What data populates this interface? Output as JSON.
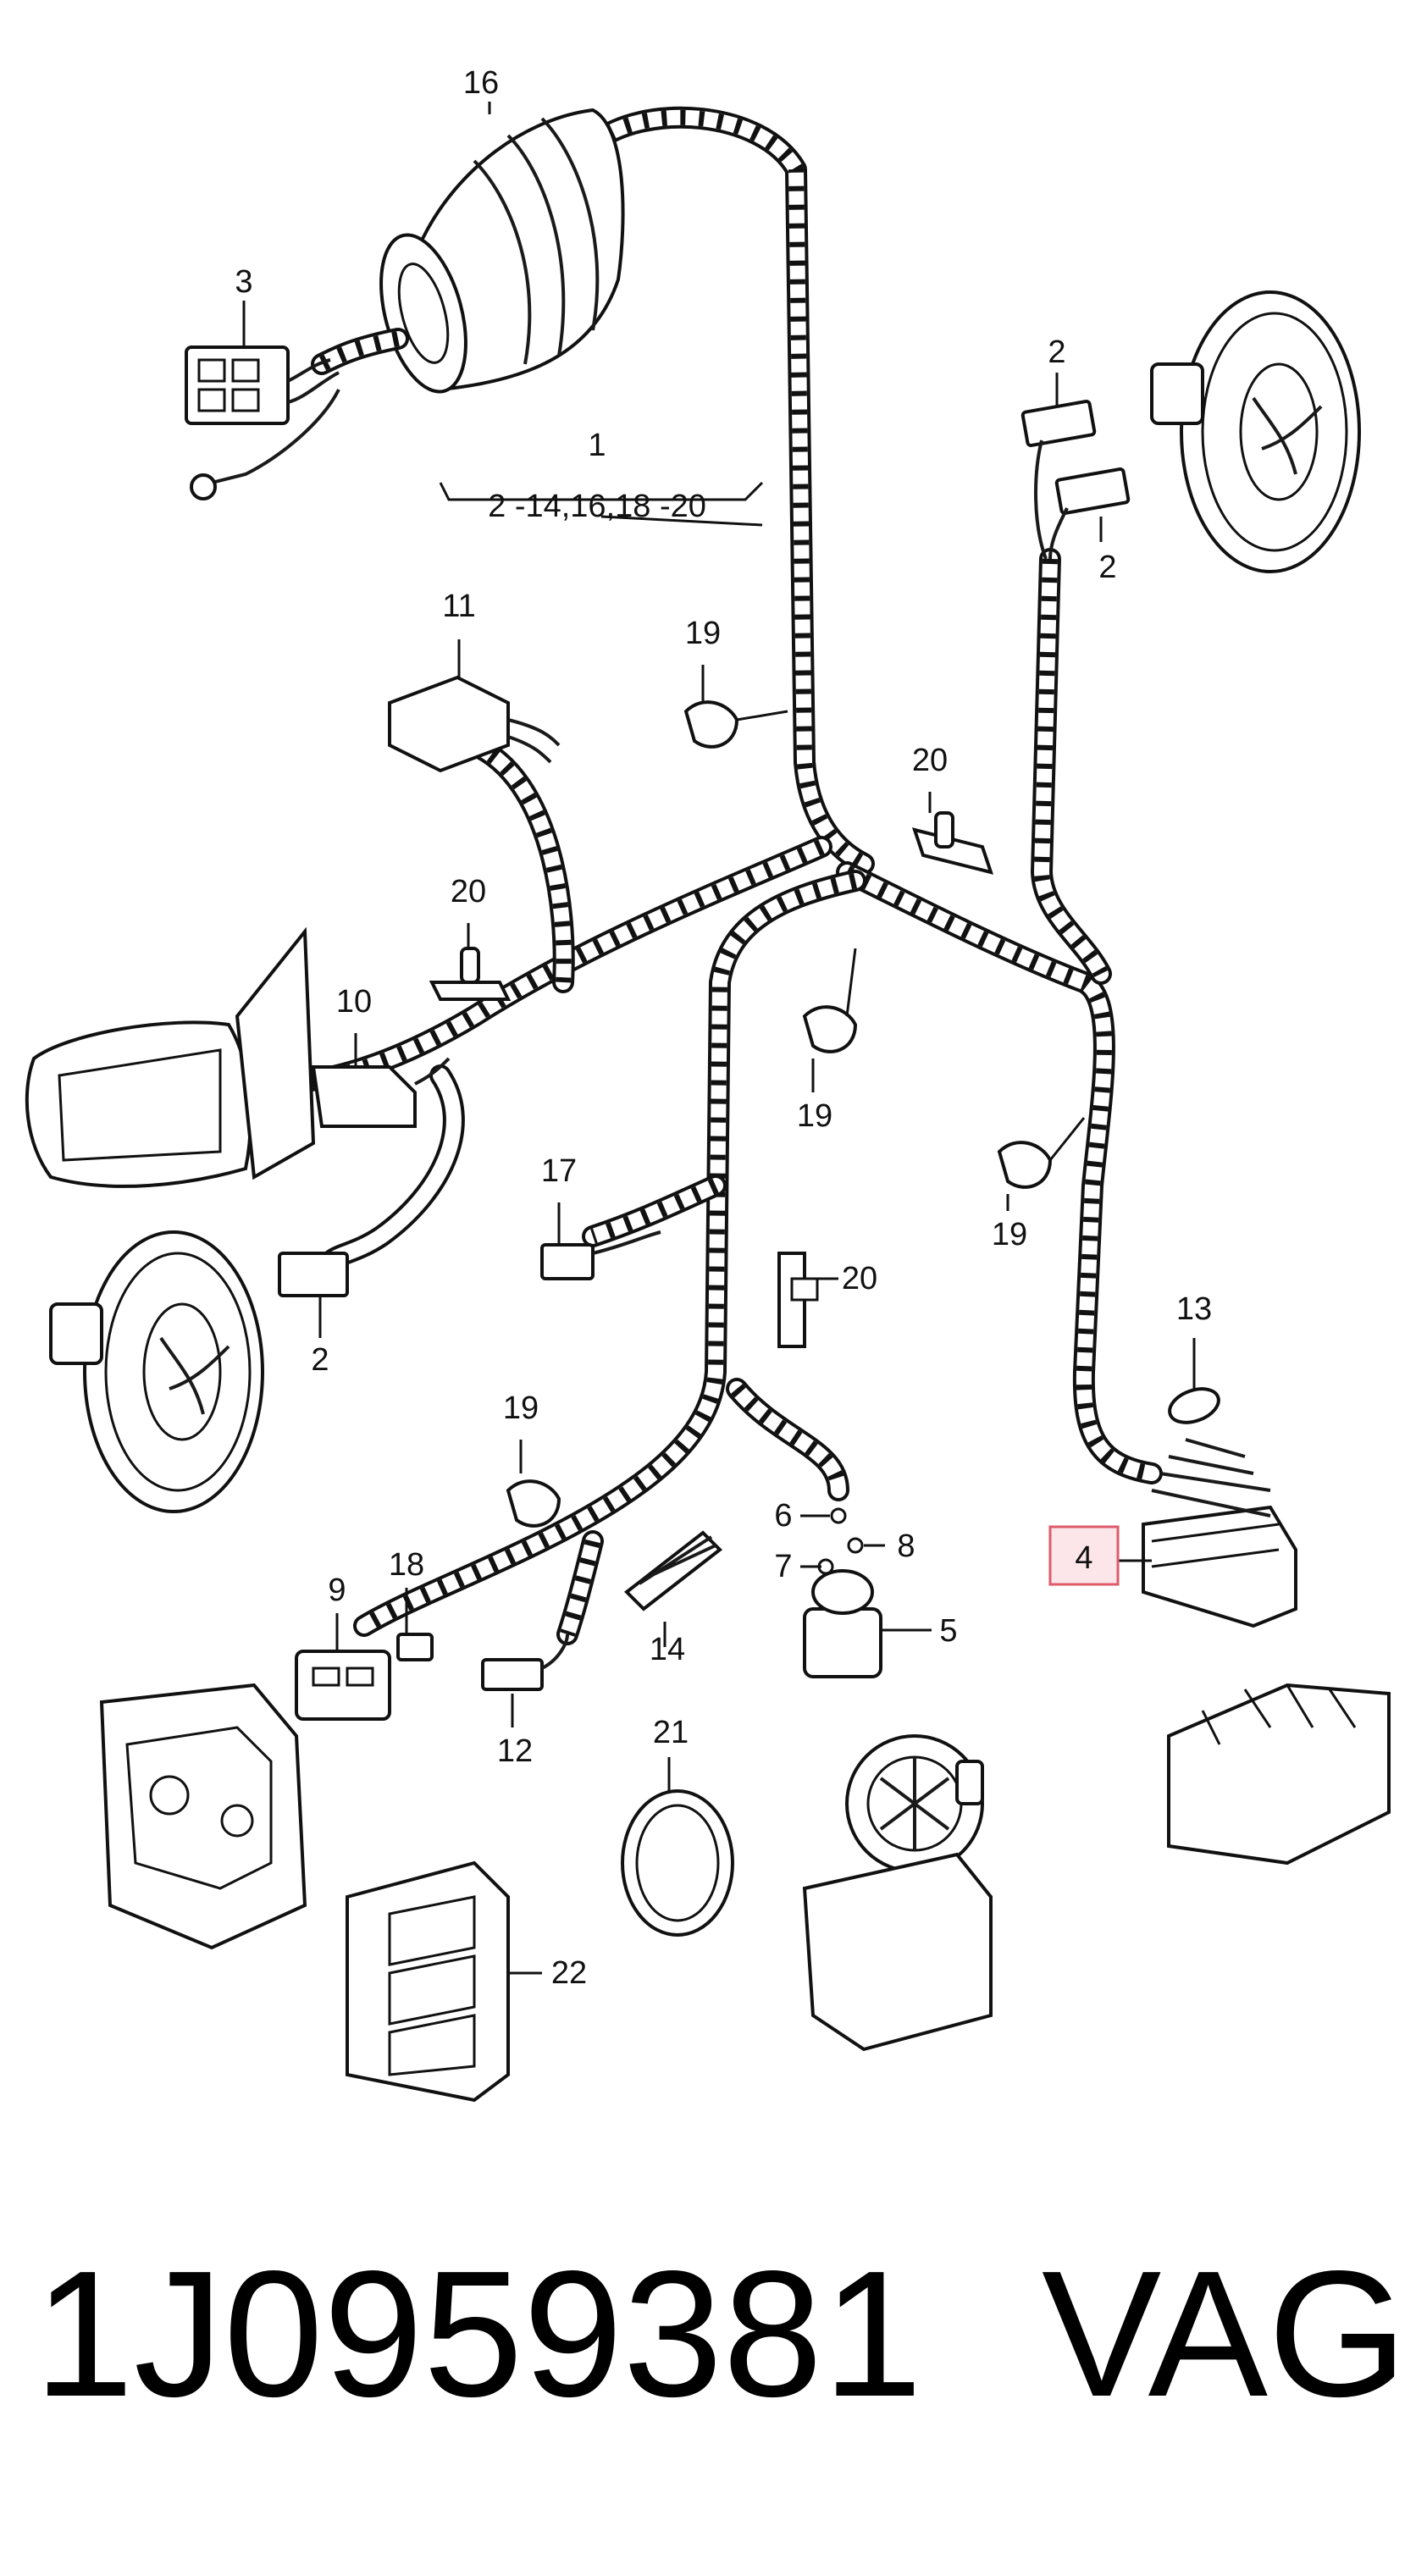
{
  "diagram": {
    "group_label": "1",
    "group_range": "2 -14,16,18 -20",
    "callouts": {
      "c16": "16",
      "c3": "3",
      "c2a": "2",
      "c2b": "2",
      "c11": "11",
      "c19a": "19",
      "c20a": "20",
      "c20b": "20",
      "c10": "10",
      "c19b": "19",
      "c19c": "19",
      "c17": "17",
      "c20c": "20",
      "c2c": "2",
      "c13": "13",
      "c19d": "19",
      "c4": "4",
      "c6": "6",
      "c8": "8",
      "c7": "7",
      "c5": "5",
      "c9": "9",
      "c18": "18",
      "c14": "14",
      "c12": "12",
      "c21": "21",
      "c22": "22"
    },
    "highlight_color": "#e05a6a",
    "highlight_fill": "#fde6e9"
  },
  "footer": {
    "part_number": "1J0959381",
    "brand": "VAG"
  }
}
